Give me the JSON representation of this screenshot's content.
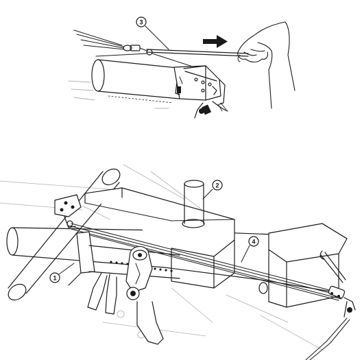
{
  "figure_top": {
    "callouts": [
      {
        "label": "3",
        "target": "cable"
      }
    ],
    "arrow_direction": "right"
  },
  "figure_bottom": {
    "callouts": [
      {
        "label": "2",
        "target": "vertical-tube"
      },
      {
        "label": "4",
        "target": "cable"
      },
      {
        "label": "1",
        "target": "lower-tube"
      }
    ]
  },
  "colors": {
    "ink": "#1a1a1a",
    "faint_ink": "#9a9a9a",
    "paper": "#ffffff",
    "block_fill": "#efefef"
  }
}
